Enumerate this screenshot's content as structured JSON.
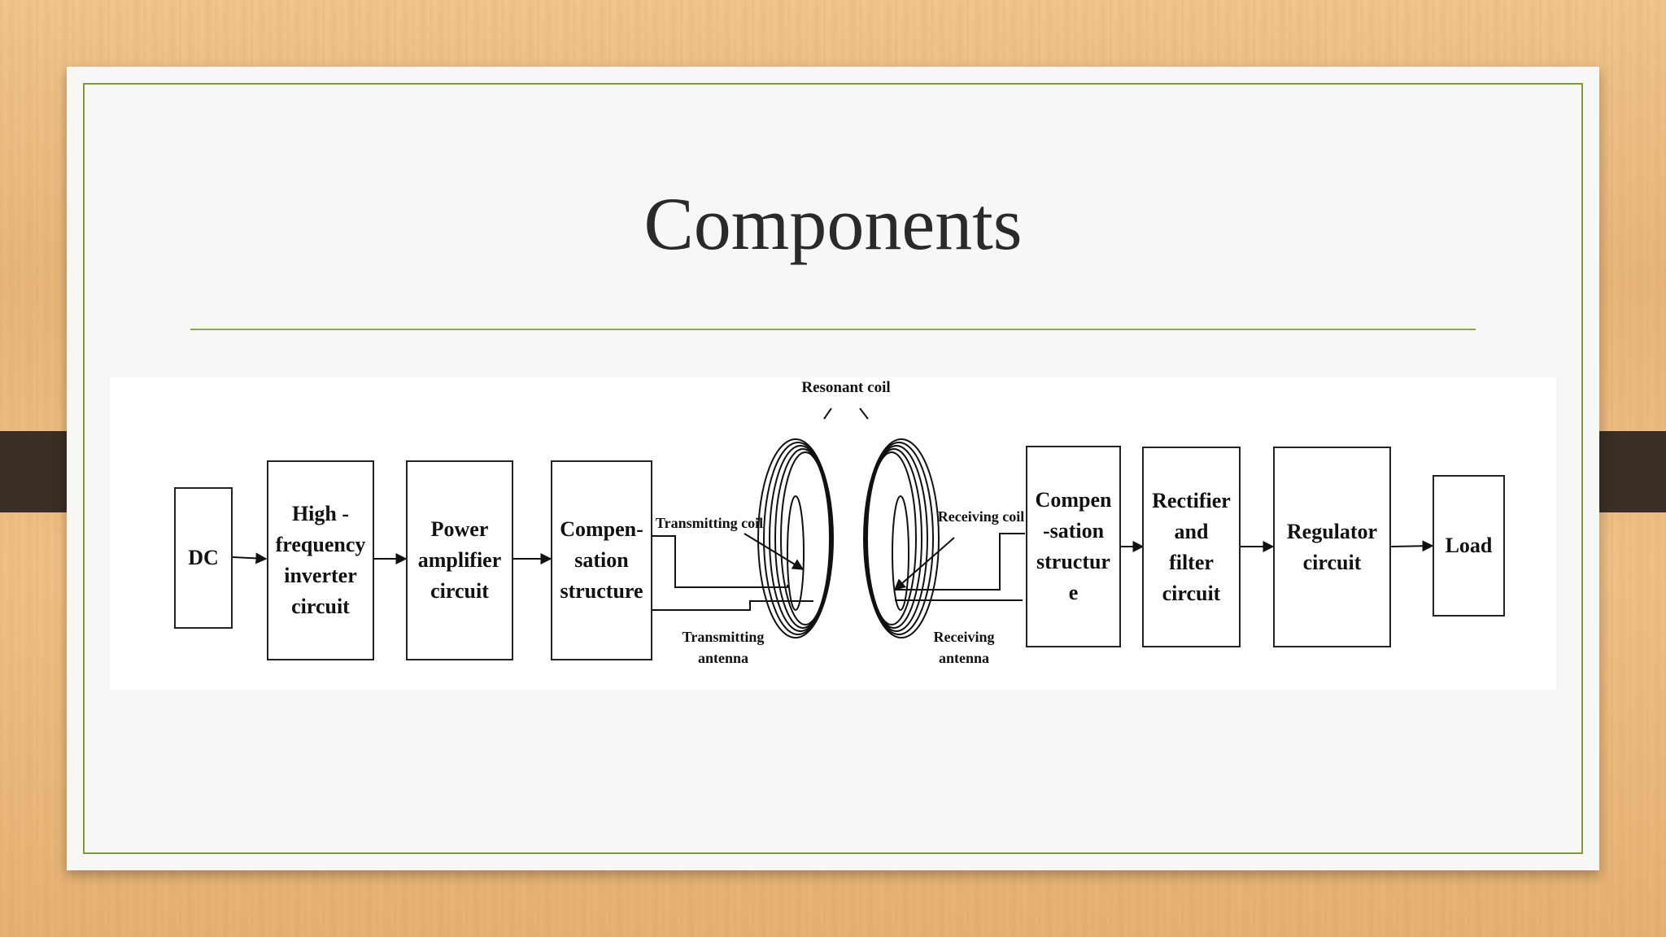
{
  "slide": {
    "title": "Components"
  },
  "diagram": {
    "blocks": {
      "dc": "DC",
      "inverter": "High -\nfrequency\ninverter\ncircuit",
      "power_amp": "Power\namplifier\ncircuit",
      "comp_tx": "Compen-\nsation\nstructure",
      "comp_rx": "Compen\n-sation\nstructur\ne",
      "rectifier": "Rectifier\nand\nfilter\ncircuit",
      "regulator": "Regulator\ncircuit",
      "load": "Load"
    },
    "labels": {
      "resonant_coil": "Resonant coil",
      "transmitting_coil": "Transmitting coil",
      "receiving_coil": "Receiving coil",
      "transmitting_antenna": "Transmitting\nantenna",
      "receiving_antenna": "Receiving\nantenna"
    }
  },
  "colors": {
    "frame": "#7e9a3a",
    "rule": "#8da64a",
    "ink": "#111111"
  }
}
